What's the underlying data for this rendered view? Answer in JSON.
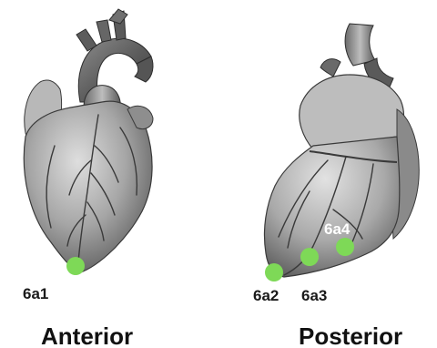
{
  "views": [
    {
      "title": "Anterior",
      "points": [
        {
          "label": "6a1"
        }
      ]
    },
    {
      "title": "Posterior",
      "points": [
        {
          "label": "6a2"
        },
        {
          "label": "6a3"
        },
        {
          "label": "6a4"
        }
      ]
    }
  ],
  "colors": {
    "marker": "#7ed957",
    "heart_light": "#d9d9d9",
    "heart_mid": "#9a9a9a",
    "heart_dark": "#4a4a4a",
    "vessel": "#3a3a3a"
  }
}
